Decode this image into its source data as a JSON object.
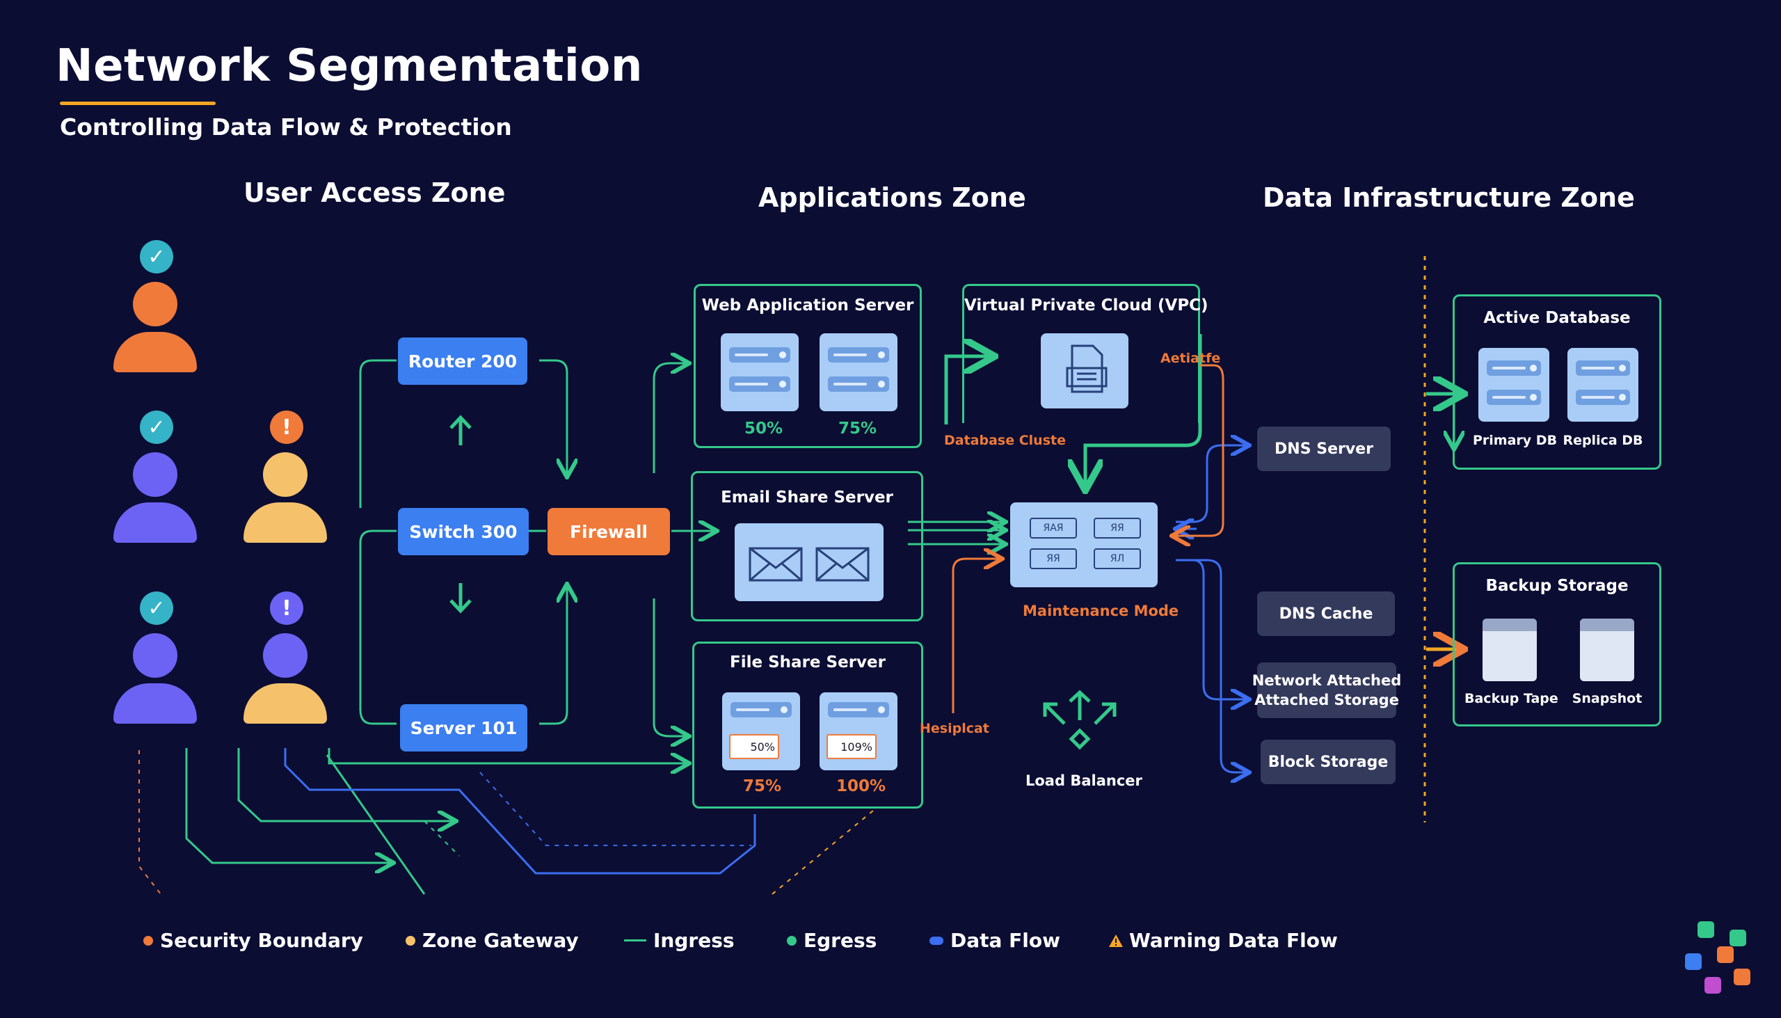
{
  "header": {
    "title": "Network Segmentation",
    "subtitle": "Controlling Data Flow & Protection"
  },
  "zones": {
    "user_access": "User Access Zone",
    "applications": "Applications Zone",
    "data_infrastructure": "Data Infrastructure Zone"
  },
  "user_access": {
    "router": "Router 200",
    "switch": "Switch 300",
    "server": "Server 101",
    "firewall": "Firewall",
    "badges": {
      "check": "✓",
      "alert": "!"
    }
  },
  "applications": {
    "web_server": {
      "title": "Web Application Server",
      "pct_left": "50%",
      "pct_right": "75%"
    },
    "email_server": {
      "title": "Email Share Server"
    },
    "file_server": {
      "title": "File Share Server",
      "pct_left": "75%",
      "pct_right": "100%",
      "file_left": "50%",
      "file_right": "109%"
    },
    "vpc": {
      "title": "Virtual Private Cloud (VPC)",
      "label_left": "Database Cluste",
      "label_right": "Aetiatfe"
    },
    "maintenance": {
      "title": "Maintenance Mode",
      "tiles": [
        "ЯАЯ",
        "ЯЯ",
        "ЯЯ",
        "ЯЛ"
      ]
    },
    "hesiplcat": "Hesiplcat",
    "load_balancer": "Load Balancer"
  },
  "services": {
    "dns_server": "DNS Server",
    "dns_cache": "DNS Cache",
    "nas": [
      "Network Attached",
      "Attached Storage"
    ],
    "block_storage": "Block Storage"
  },
  "data_infrastructure": {
    "active_db": {
      "title": "Active Database",
      "primary": "Primary DB",
      "replica": "Replica DB"
    },
    "backup": {
      "title": "Backup Storage",
      "tape": "Backup Tape",
      "snapshot": "Snapshot"
    }
  },
  "legend": [
    {
      "label": "Security Boundary",
      "color": "#f07a3a"
    },
    {
      "label": "Zone Gateway",
      "color": "#f5c26b"
    },
    {
      "label": "Ingress",
      "color": "#34c98a"
    },
    {
      "label": "Egress",
      "color": "#34c98a"
    },
    {
      "label": "Data Flow",
      "color": "#3b6ef0"
    },
    {
      "label": "Warning Data Flow",
      "color": "#f5a623"
    }
  ],
  "colors": {
    "background": "#0b0d33",
    "green": "#34c98a",
    "blue": "#3b7ff0",
    "orange": "#f07a3a",
    "panel_icon": "#a9cdf6"
  }
}
